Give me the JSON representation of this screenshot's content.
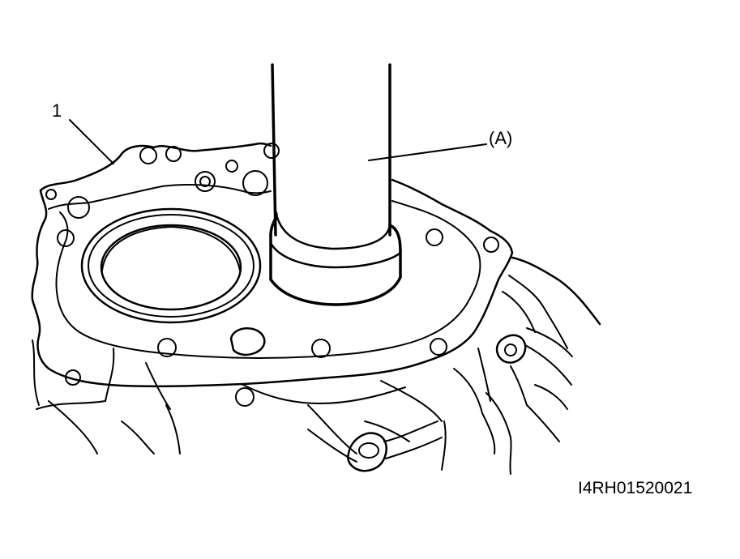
{
  "callouts": {
    "part_1": "1",
    "tool_a": "(A)"
  },
  "figure_code": "I4RH01520021",
  "colors": {
    "line": "#000000",
    "background": "#ffffff"
  }
}
